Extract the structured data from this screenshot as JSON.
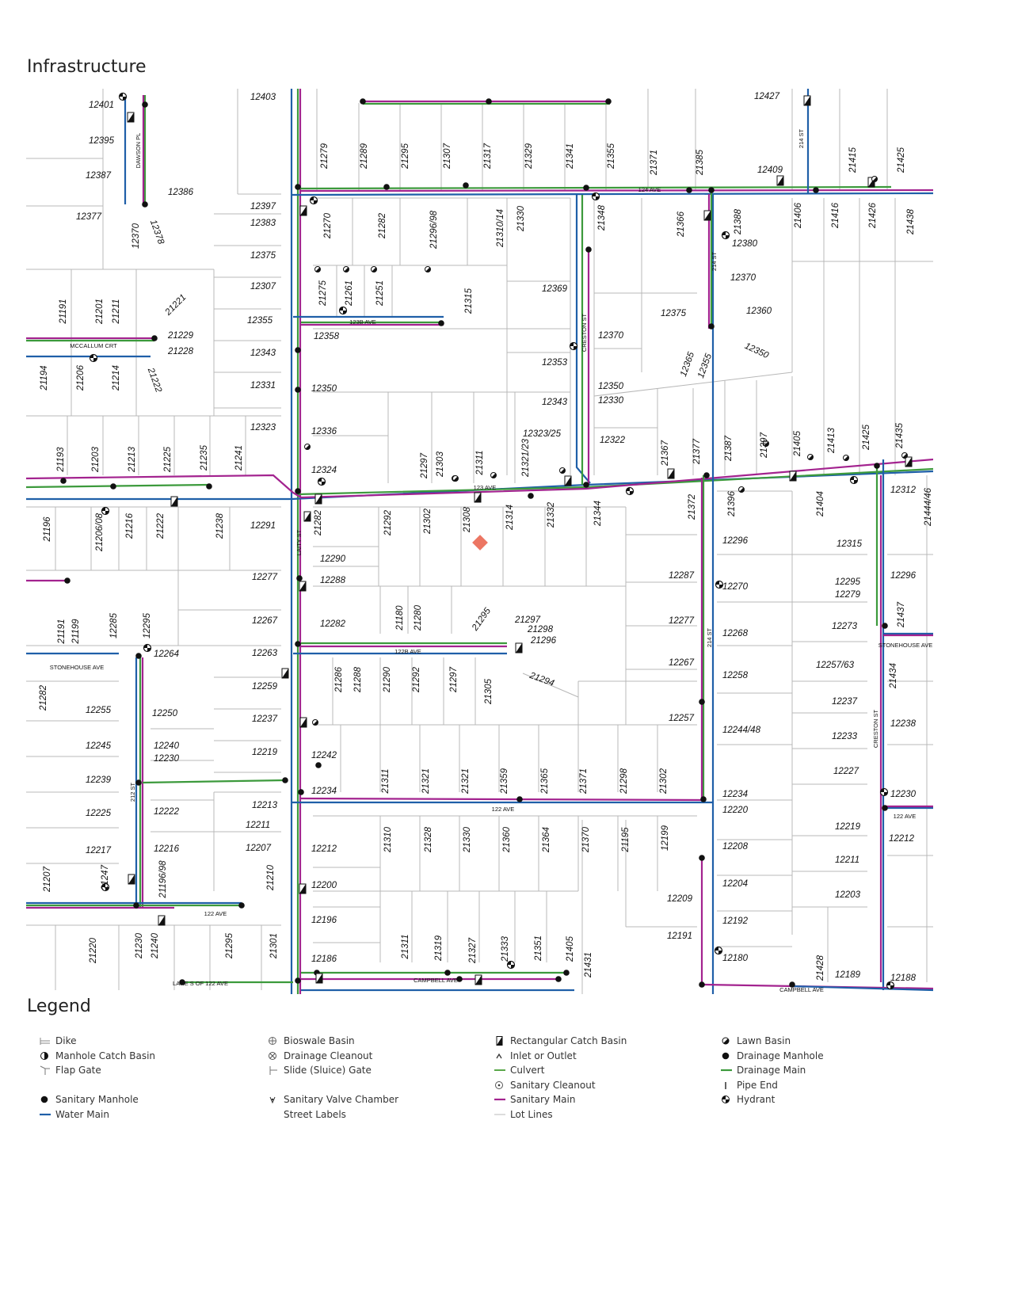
{
  "title": "Infrastructure",
  "legend_title": "Legend",
  "colors": {
    "water_main": "#1f5fa8",
    "drainage_main": "#3c9a3c",
    "sanitary_main": "#a3238f",
    "lot_lines": "#b8b8b8",
    "marker": "#ec7663"
  },
  "legend": [
    {
      "label": "Dike",
      "icon": "dike-icon"
    },
    {
      "label": "Bioswale Basin",
      "icon": "bioswale-basin-icon"
    },
    {
      "label": "Rectangular Catch Basin",
      "icon": "rectangular-catch-basin-icon"
    },
    {
      "label": "Lawn Basin",
      "icon": "lawn-basin-icon"
    },
    {
      "label": "Manhole Catch Basin",
      "icon": "manhole-catch-basin-icon"
    },
    {
      "label": "Drainage Cleanout",
      "icon": "drainage-cleanout-icon"
    },
    {
      "label": "Inlet or Outlet",
      "icon": "inlet-outlet-icon"
    },
    {
      "label": "Drainage Manhole",
      "icon": "drainage-manhole-icon"
    },
    {
      "label": "Flap Gate",
      "icon": "flap-gate-icon"
    },
    {
      "label": "Slide (Sluice) Gate",
      "icon": "slide-gate-icon"
    },
    {
      "label": "Culvert",
      "icon": "culvert-icon"
    },
    {
      "label": "Drainage Main",
      "icon": "drainage-main-icon"
    },
    {
      "label": "Sanitary Cleanout",
      "icon": "sanitary-cleanout-icon"
    },
    {
      "label": "Pipe End",
      "icon": "pipe-end-icon"
    },
    {
      "label": "Sanitary Manhole",
      "icon": "sanitary-manhole-icon"
    },
    {
      "label": "Sanitary Valve Chamber",
      "icon": "sanitary-valve-chamber-icon"
    },
    {
      "label": "Sanitary Main",
      "icon": "sanitary-main-icon"
    },
    {
      "label": "Hydrant",
      "icon": "hydrant-icon"
    },
    {
      "label": "Water Main",
      "icon": "water-main-icon"
    },
    {
      "label": "Street Labels",
      "icon": "street-labels-icon"
    },
    {
      "label": "Lot Lines",
      "icon": "lot-lines-icon"
    }
  ],
  "street_labels": [
    "124 AVE",
    "DAWSON PL",
    "MCCALLUM CRT",
    "123B AVE",
    "CRESTON ST",
    "214 ST",
    "214 ST",
    "123 AVE",
    "LAITY ST",
    "122B AVE",
    "STONEHOUSE AVE",
    "STONEHOUSE AVE",
    "214 ST",
    "212 ST",
    "CRESTON ST",
    "122 AVE",
    "122 AVE",
    "122 AVE",
    "LANE S OF 122 AVE",
    "CAMPBELL AVE",
    "CAMPBELL AVE"
  ],
  "lot_labels_horizontal": [
    "12401",
    "12395",
    "12387",
    "12377",
    "12386",
    "12403",
    "12397",
    "12383",
    "12375",
    "12307",
    "12355",
    "12343",
    "12331",
    "12323",
    "21229",
    "21228",
    "12427",
    "12409",
    "12380",
    "12370",
    "12375",
    "12360",
    "12369",
    "12370",
    "12353",
    "12350",
    "12330",
    "12343",
    "12323/25",
    "12322",
    "12358",
    "12350",
    "12336",
    "12324",
    "12312",
    "12291",
    "12290",
    "12288",
    "12277",
    "12267",
    "12282",
    "12263",
    "12264",
    "12259",
    "12237",
    "12219",
    "12213",
    "12211",
    "12207",
    "12255",
    "12250",
    "12245",
    "12240",
    "12230",
    "12239",
    "12225",
    "12222",
    "12217",
    "12216",
    "12242",
    "12234",
    "12212",
    "12200",
    "12196",
    "12186",
    "12287",
    "12277",
    "12267",
    "12257",
    "12209",
    "12191",
    "12296",
    "12270",
    "12268",
    "12258",
    "12244/48",
    "12234",
    "12220",
    "12208",
    "12204",
    "12192",
    "12180",
    "12315",
    "12295",
    "12279",
    "12273",
    "12257/63",
    "12237",
    "12233",
    "12227",
    "12219",
    "12211",
    "12203",
    "12189",
    "12188",
    "12296",
    "12238",
    "12230",
    "12212",
    "21297",
    "21298",
    "21296"
  ],
  "lot_labels_vertical": [
    "21279",
    "21289",
    "21295",
    "21307",
    "21317",
    "21329",
    "21341",
    "21355",
    "21371",
    "21385",
    "21415",
    "21425",
    "21270",
    "21282",
    "21296/98",
    "21310/14",
    "21330",
    "21348",
    "21366",
    "21388",
    "21406",
    "21416",
    "21426",
    "21438",
    "21275",
    "21261",
    "21251",
    "21315",
    "12370",
    "21191",
    "21201",
    "21211",
    "21194",
    "21206",
    "21214",
    "21193",
    "21203",
    "21213",
    "21225",
    "21235",
    "21241",
    "21297",
    "21303",
    "21311",
    "21321/23",
    "21367",
    "21377",
    "21387",
    "21397",
    "21405",
    "21413",
    "21425",
    "21435",
    "21196",
    "21206/08",
    "21216",
    "21222",
    "21238",
    "21282",
    "21292",
    "21302",
    "21308",
    "21314",
    "21332",
    "21344",
    "21372",
    "21396",
    "21404",
    "21444/46",
    "21191",
    "21199",
    "12285",
    "12295",
    "21180",
    "21280",
    "21282",
    "21286",
    "21288",
    "21290",
    "21292",
    "21297",
    "21305",
    "21311",
    "21321",
    "21321",
    "21359",
    "21365",
    "21371",
    "21298",
    "21302",
    "21310",
    "21328",
    "21330",
    "21360",
    "21364",
    "21370",
    "21195",
    "12199",
    "21207",
    "21247",
    "21196/98",
    "21210",
    "21220",
    "21230",
    "21240",
    "21295",
    "21301",
    "21311",
    "21319",
    "21327",
    "21333",
    "21351",
    "21405",
    "21431",
    "21428",
    "21437",
    "21434"
  ],
  "angled_labels": [
    "12378",
    "21221",
    "21222",
    "12365",
    "12355",
    "12350",
    "21295",
    "21294"
  ]
}
